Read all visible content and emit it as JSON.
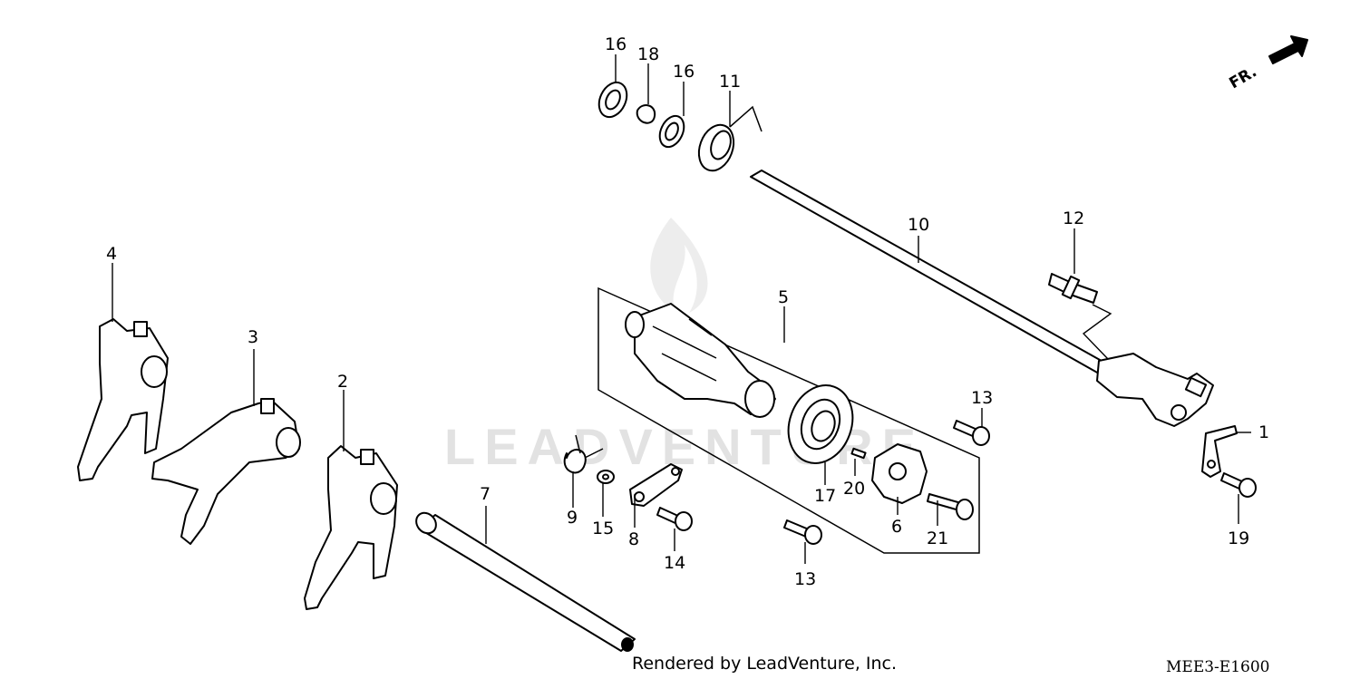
{
  "watermark": "LEADVENTURE",
  "footer": {
    "credit": "Rendered by LeadVenture, Inc.",
    "code": "MEE3-E1600"
  },
  "direction_arrow": "FR.",
  "callouts": [
    "1",
    "2",
    "3",
    "4",
    "5",
    "6",
    "7",
    "8",
    "9",
    "10",
    "11",
    "12",
    "13",
    "13",
    "14",
    "15",
    "16",
    "16",
    "17",
    "18",
    "19",
    "20",
    "21"
  ]
}
